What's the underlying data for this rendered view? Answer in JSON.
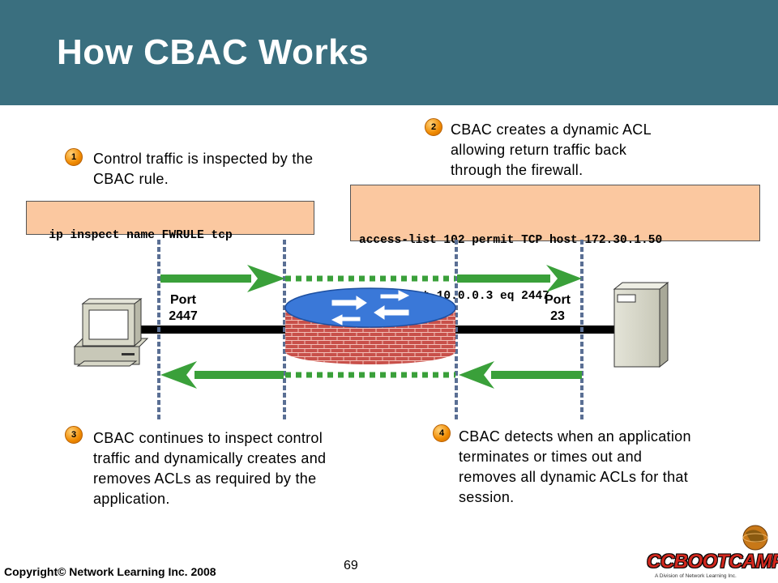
{
  "slide": {
    "title": "How CBAC Works",
    "page_number": "69",
    "copyright": "Copyright© Network Learning Inc. 2008"
  },
  "logo": {
    "name": "CCBOOTCAMP",
    "tagline": "A Division of Network Learning Inc."
  },
  "steps": [
    {
      "number": "1",
      "text_lines": [
        "Control traffic is inspected by the",
        "CBAC rule."
      ]
    },
    {
      "number": "2",
      "text_lines": [
        "CBAC creates a dynamic ACL",
        "allowing return traffic back",
        "through the firewall."
      ]
    },
    {
      "number": "3",
      "text_lines": [
        "CBAC continues to inspect control",
        "traffic and dynamically creates and",
        "removes ACLs as required by the",
        "application."
      ]
    },
    {
      "number": "4",
      "text_lines": [
        "CBAC detects when an application",
        "terminates or times out and",
        "removes all dynamic ACLs for that",
        "session."
      ]
    }
  ],
  "code": {
    "inspect_rule": "ip inspect name FWRULE tcp",
    "acl_lines": [
      "access-list 102 permit TCP host 172.30.1.50",
      "eq 23 host 10.0.0.3 eq 2447"
    ]
  },
  "ports": {
    "left": [
      "Port",
      "2447"
    ],
    "right": [
      "Port",
      "23"
    ]
  },
  "colors": {
    "header": "#3a6f7f",
    "arrow": "#3aa03a",
    "dashed_line": "#5a6f94",
    "code_box": "#fbc8a0",
    "firewall_brick": "#c8504a",
    "router_top": "#3a78d8",
    "badge": "#f08a00"
  }
}
